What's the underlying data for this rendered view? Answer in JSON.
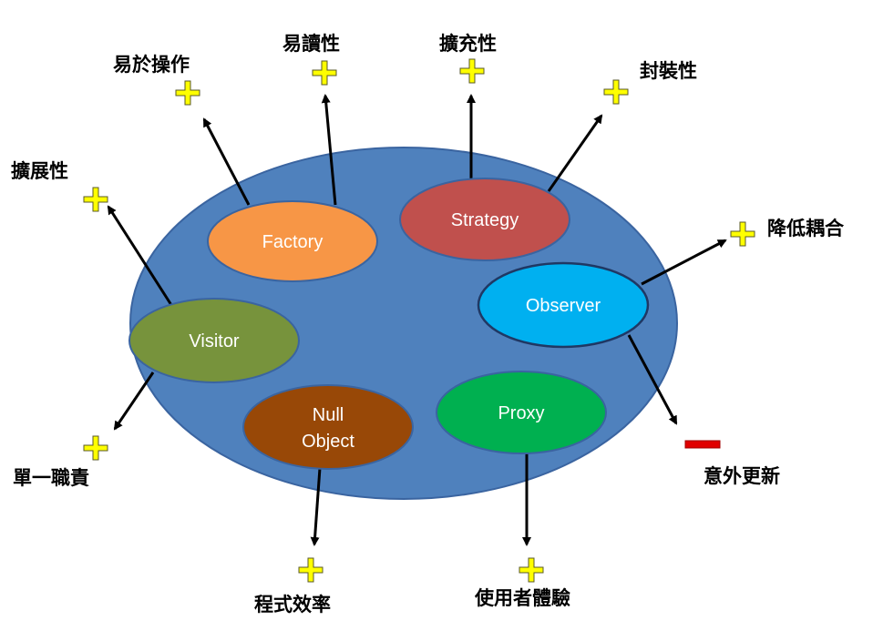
{
  "patterns": {
    "factory": "Factory",
    "strategy": "Strategy",
    "observer": "Observer",
    "visitor": "Visitor",
    "null_object": [
      "Null",
      "Object"
    ],
    "proxy": "Proxy"
  },
  "benefits": {
    "ease_of_operation": "易於操作",
    "readability": "易讀性",
    "extensibility_top": "擴充性",
    "encapsulation": "封裝性",
    "extensibility_left": "擴展性",
    "decoupling": "降低耦合",
    "single_responsibility": "單一職責",
    "program_efficiency": "程式效率",
    "user_experience": "使用者體驗",
    "unexpected_updates": "意外更新"
  },
  "colors": {
    "container": "#4f81bd",
    "factory": "#f79646",
    "strategy": "#c0504d",
    "observer": "#00b0f0",
    "visitor": "#77933c",
    "null_object": "#984807",
    "proxy": "#00b050",
    "plus": "#ffff00",
    "minus": "#e00000"
  }
}
